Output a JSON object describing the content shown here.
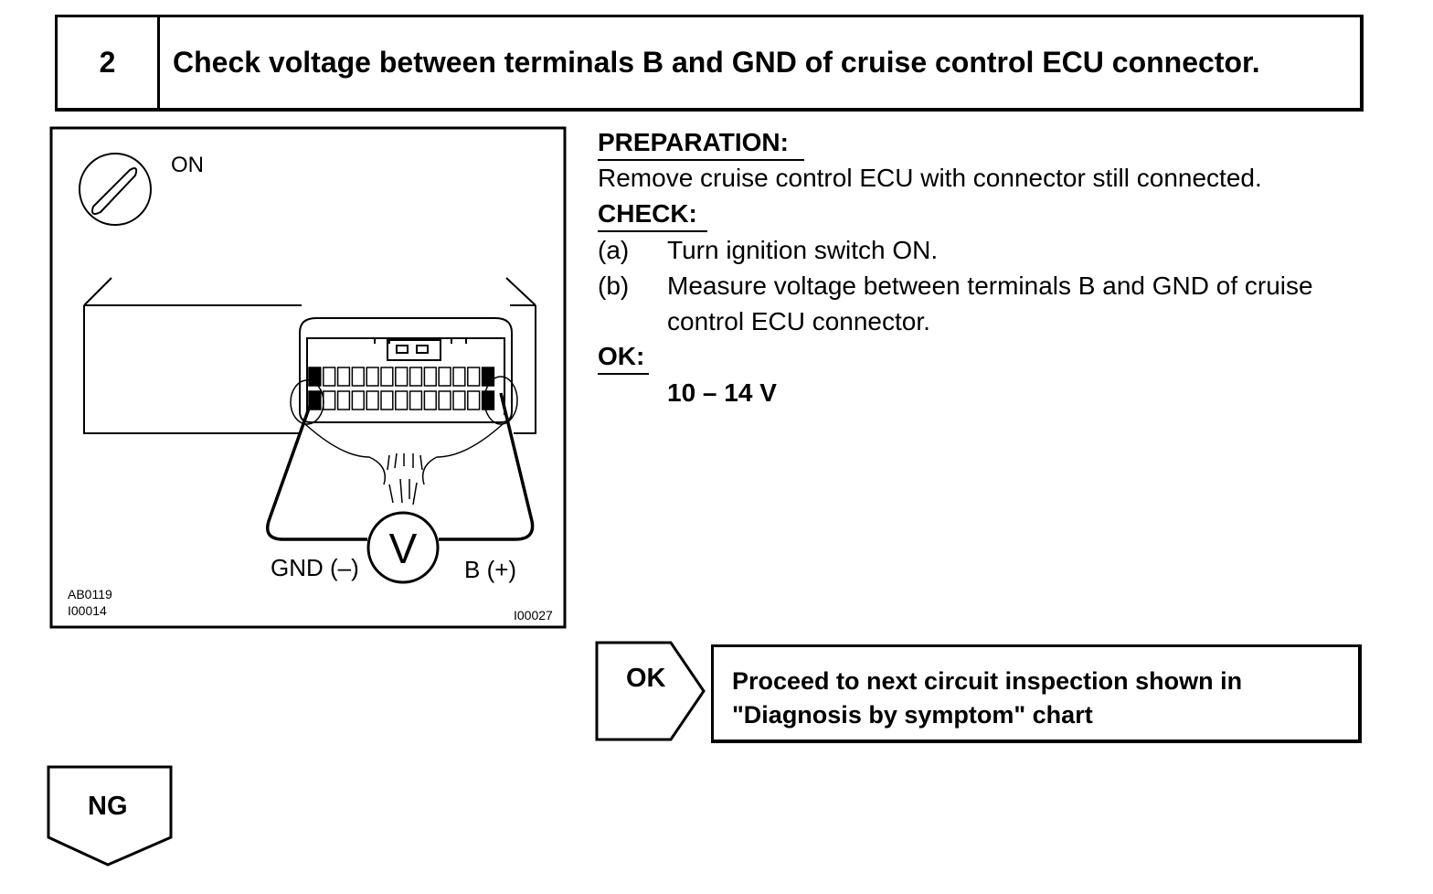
{
  "header": {
    "step_number": "2",
    "title": "Check voltage between terminals B and GND of cruise control ECU connector."
  },
  "illustration": {
    "ignition_label": "ON",
    "gnd_label": "GND (–)",
    "b_label": "B (+)",
    "meter_symbol": "V",
    "ref_codes": [
      "AB0119",
      "I00014"
    ],
    "figure_code": "I00027"
  },
  "instructions": {
    "preparation_heading": "PREPARATION:",
    "preparation_text": "Remove cruise control ECU with connector still connected.",
    "check_heading": "CHECK:",
    "steps": [
      {
        "marker": "(a)",
        "lines": [
          "Turn ignition switch ON."
        ]
      },
      {
        "marker": "(b)",
        "lines": [
          "Measure voltage between terminals B and GND of cruise",
          "control ECU connector."
        ]
      }
    ],
    "ok_heading": "OK:",
    "ok_value": "10 – 14 V"
  },
  "ok_flow": {
    "label": "OK",
    "result_lines": [
      "Proceed to  next circuit inspection shown in",
      "\"Diagnosis by  symptom\" chart"
    ]
  },
  "ng_flow": {
    "label": "NG"
  }
}
